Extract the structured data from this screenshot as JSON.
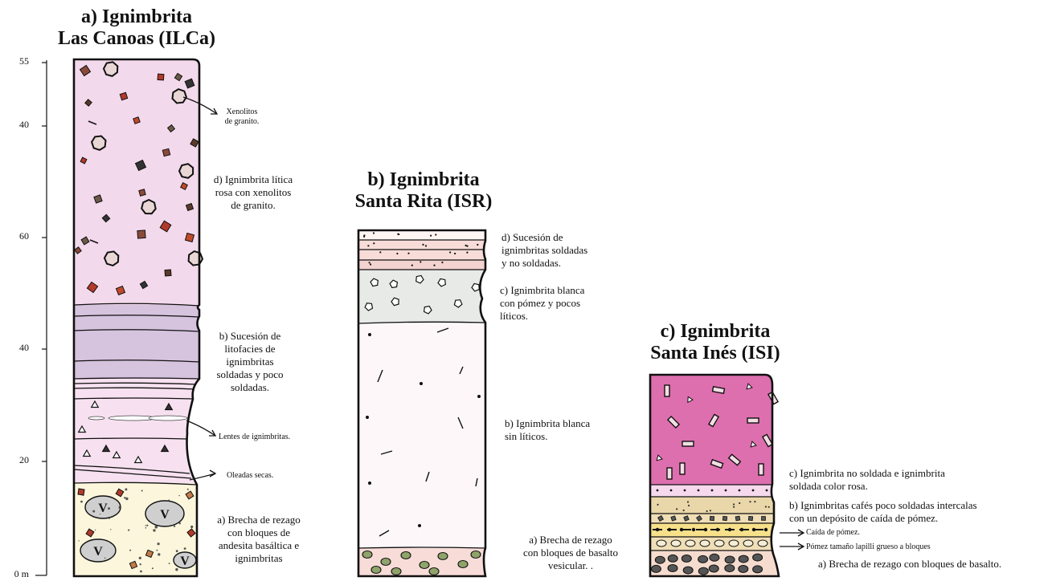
{
  "axis": {
    "ticks": [
      "55",
      "40",
      "60",
      "40",
      "20",
      "0 m"
    ]
  },
  "columns": {
    "a": {
      "title_line1": "a) Ignimbrita",
      "title_line2": "Las Canoas (ILCa)",
      "units": {
        "d": "d) Ignimbrita lítica\nrosa con xenolitos\nde granito.",
        "b": "b) Sucesión de\nlitofacies de\nignimbritas\nsoldadas y poco\nsoldadas.",
        "a": "a) Brecha de rezago\ncon bloques de\nandesita basáltica e\nignimbritas"
      },
      "notes": {
        "xenolitos": "Xenolitos\nde granito.",
        "lentes": "Lentes de ignimbritas.",
        "oleadas": "Oleadas secas."
      },
      "clast_letter": "V",
      "colors": {
        "upper": "#f3d9ec",
        "lilac": "#d6c3de",
        "breccia": "#fbf6dc"
      }
    },
    "b": {
      "title_line1": "b) Ignimbrita",
      "title_line2": "Santa Rita (ISR)",
      "units": {
        "d": "d) Sucesión de\nignimbritas soldadas\ny no soldadas.",
        "c": "c) Ignimbrita blanca\ncon pómez  y pocos\nlíticos.",
        "b": "b) Ignimbrita blanca\nsin líticos.",
        "a": "a) Brecha de rezago\ncon bloques de basalto\nvesicular. ."
      },
      "colors": {
        "white": "#fdf7f9",
        "grey": "#e8eae8",
        "pink": "#f7dcd8"
      }
    },
    "c": {
      "title_line1": "c) Ignimbrita",
      "title_line2": "Santa Inés (ISI)",
      "units": {
        "c": "c) Ignimbrita no soldada e ignimbrita\nsoldada color rosa.",
        "b": "b) Ignimbritas cafés poco soldadas intercalas\ncon un depósito de caída de pómez.",
        "a": "a) Brecha de rezago con bloques de basalto."
      },
      "notes": {
        "caida": "Caída de pómez.",
        "pomez": "Pómez tamaño lapilli grueso a bloques"
      },
      "colors": {
        "magenta": "#dd6fae",
        "tan": "#ead7a9",
        "yellow": "#f6e08a"
      }
    }
  }
}
